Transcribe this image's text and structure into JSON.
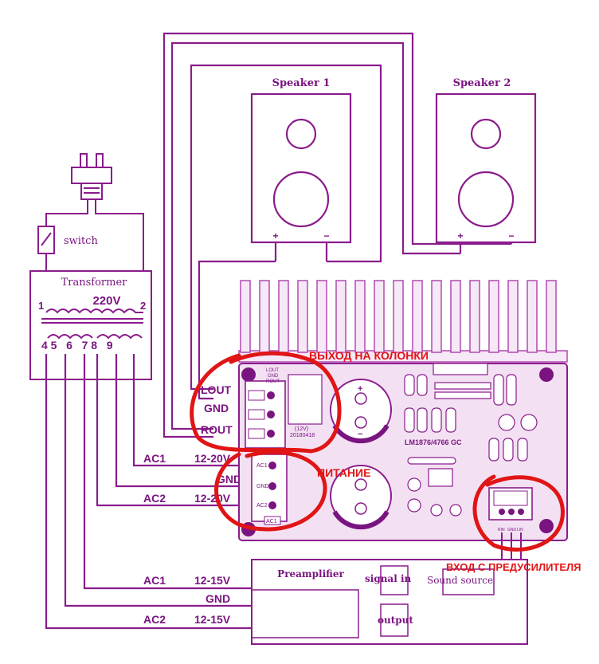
{
  "colors": {
    "wire": "#8a1c8c",
    "wire_light": "#b04ab0",
    "annotation": "#e01515",
    "board_fill": "#f3e1f3",
    "heatsink_fill": "#f7e8f7",
    "text": "#7a1480",
    "background": "#ffffff"
  },
  "speakers": [
    {
      "label": "Speaker 1",
      "plus": "+",
      "minus": "−"
    },
    {
      "label": "Speaker 2",
      "plus": "+",
      "minus": "−"
    }
  ],
  "switch": {
    "label": "switch"
  },
  "transformer": {
    "label": "Transformer",
    "voltage": "220V",
    "pin_left": "1",
    "pin_right": "2",
    "secondary_pins": "4 5   6   7 8   9"
  },
  "board": {
    "out_labels": [
      "LOUT",
      "GND",
      "ROUT"
    ],
    "connector_mini": [
      "LOUT",
      "GND",
      "ROUT"
    ],
    "power_pins": [
      "AC1",
      "GND",
      "AC2"
    ],
    "power_mini": "AC1",
    "cap_text": [
      "(12V)",
      "20180418"
    ],
    "chip_label": "LM1876/4766 GC",
    "input_pins": [
      "RIN",
      "GND",
      "LIN"
    ],
    "cap_plus": "+",
    "cap_minus": "−"
  },
  "power_lines": [
    {
      "name": "AC1",
      "voltage": "12-20V"
    },
    {
      "name": "GND",
      "voltage": ""
    },
    {
      "name": "AC2",
      "voltage": "12-20V"
    }
  ],
  "preamp": {
    "label": "Preamplifier",
    "signal_in": "signal in",
    "output": "output",
    "sound_source": "Sound source"
  },
  "preamp_lines": [
    {
      "name": "AC1",
      "voltage": "12-15V"
    },
    {
      "name": "GND",
      "voltage": ""
    },
    {
      "name": "AC2",
      "voltage": "12-15V"
    }
  ],
  "annotations": {
    "speakers_out": "ВЫХОД НА КОЛОНКИ",
    "power": "ПИТАНИЕ",
    "preamp_in": "ВХОД С ПРЕДУСИЛИТЕЛЯ"
  }
}
